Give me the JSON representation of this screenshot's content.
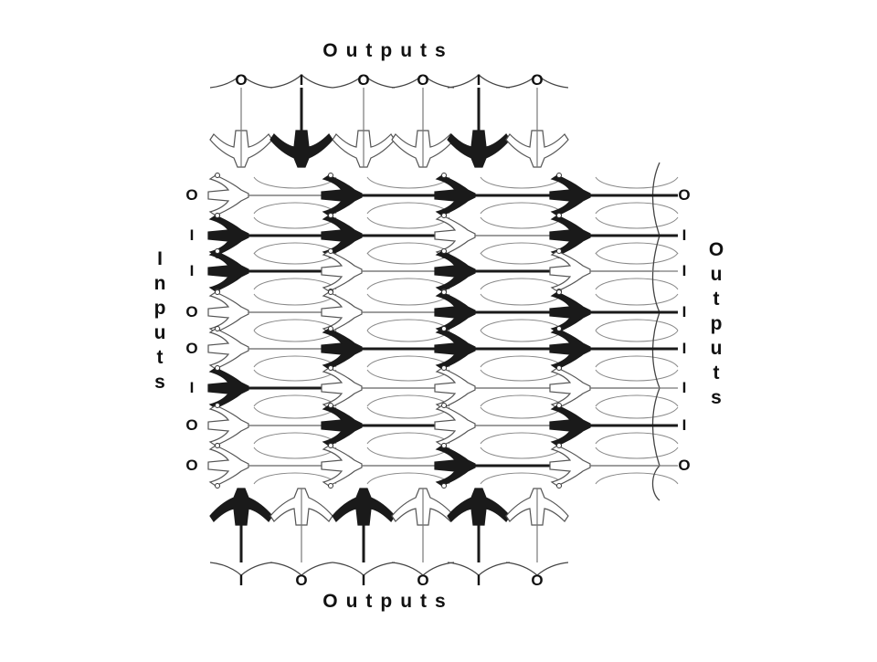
{
  "diagram": {
    "top_title": "Outputs",
    "bottom_title": "Outputs",
    "left_title": "Inputs",
    "right_title": "Outputs",
    "top_labels": [
      "O",
      "I",
      "O",
      "O",
      "I",
      "O"
    ],
    "bottom_labels": [
      "I",
      "O",
      "I",
      "O",
      "I",
      "O"
    ],
    "left_labels": [
      "O",
      "I",
      "I",
      "O",
      "O",
      "I",
      "O",
      "O"
    ],
    "right_labels": [
      "O",
      "I",
      "I",
      "I",
      "I",
      "I",
      "I",
      "O"
    ],
    "grid": {
      "columns": 4,
      "rows": 8,
      "active_cells": [
        [
          0,
          1,
          1,
          1
        ],
        [
          1,
          1,
          0,
          1
        ],
        [
          1,
          0,
          1,
          0
        ],
        [
          0,
          0,
          1,
          1
        ],
        [
          0,
          1,
          1,
          1
        ],
        [
          1,
          0,
          0,
          0
        ],
        [
          0,
          1,
          0,
          1
        ],
        [
          0,
          0,
          1,
          0
        ]
      ]
    },
    "top_active": [
      0,
      1,
      0,
      0,
      1,
      0
    ],
    "bottom_active": [
      1,
      0,
      1,
      0,
      1,
      0
    ],
    "colors": {
      "active": "#1a1a1a",
      "inactive": "#ffffff",
      "stroke": "#555555"
    }
  }
}
